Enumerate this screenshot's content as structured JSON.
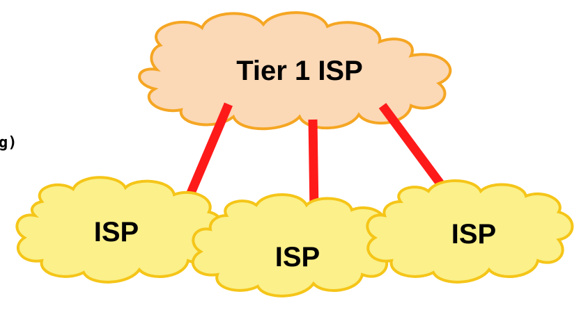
{
  "diagram": {
    "edge_text": "g)",
    "tier1": {
      "label": "Tier 1 ISP",
      "fill": "#fbd8b6",
      "stroke": "#f5a623"
    },
    "isp_nodes": [
      {
        "label": "ISP"
      },
      {
        "label": "ISP"
      },
      {
        "label": "ISP"
      }
    ],
    "isp_fill": "#fbf08a",
    "isp_stroke": "#f5c518",
    "link_color": "#ff1a1a",
    "links": [
      {
        "from": "Tier 1 ISP",
        "to": "ISP 1"
      },
      {
        "from": "Tier 1 ISP",
        "to": "ISP 2"
      },
      {
        "from": "Tier 1 ISP",
        "to": "ISP 3"
      }
    ]
  }
}
